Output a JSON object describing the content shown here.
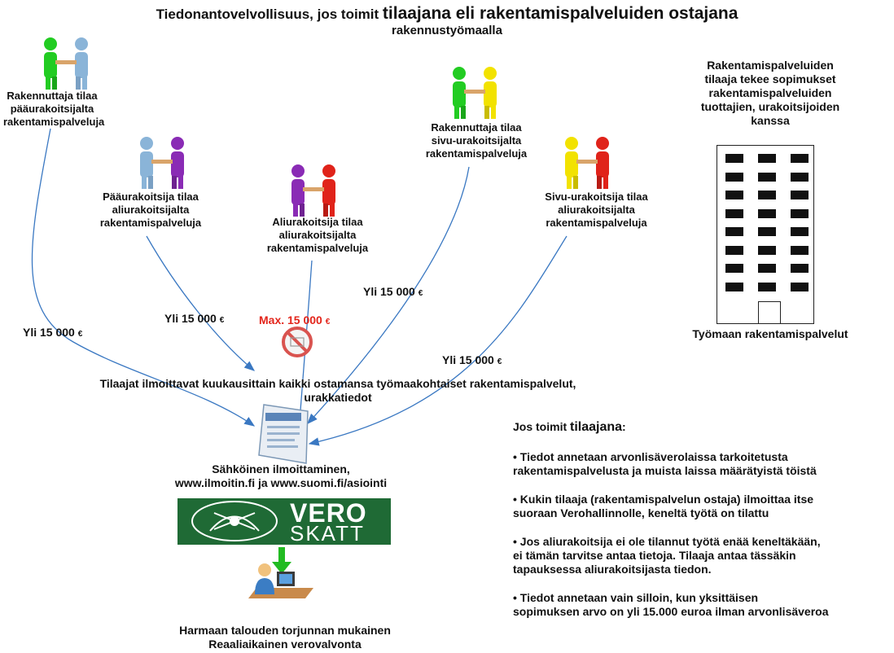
{
  "title": {
    "part1": "Tiedonantovelvollisuus, jos toimit ",
    "part2": "tilaajana eli rakentamispalveluiden ostajana",
    "line2": "rakennustyömaalla"
  },
  "parties": {
    "p1": [
      "Rakennuttaja tilaa",
      "pääurakoitsijalta",
      "rakentamispalveluja"
    ],
    "p2": [
      "Pääurakoitsija tilaa",
      "aliurakoitsijalta",
      "rakentamispalveluja"
    ],
    "p3": [
      "Aliurakoitsija tilaa",
      "aliurakoitsijalta",
      "rakentamispalveluja"
    ],
    "p4": [
      "Rakennuttaja tilaa",
      "sivu-urakoitsijalta",
      "rakentamispalveluja"
    ],
    "p5": [
      "Sivu-urakoitsija tilaa",
      "aliurakoitsijalta",
      "rakentamispalveluja"
    ]
  },
  "amounts": {
    "a1": "Yli 15 000",
    "a2": "Yli 15 000",
    "a3": "Max. 15 000",
    "a4": "Yli 15 000",
    "a5": "Yli 15 000",
    "currency": "€"
  },
  "building": {
    "caption": [
      "Rakentamispalveluiden",
      "tilaaja tekee sopimukset",
      "rakentamispalveluiden",
      "tuottajien, urakoitsijoiden",
      "kanssa"
    ],
    "label": "Työmaan rakentamispalvelut"
  },
  "center": {
    "line1": "Tilaajat ilmoittavat kuukausittain kaikki ostamansa työmaakohtaiset rakentamispalvelut,",
    "line2": "urakkatiedot"
  },
  "electronic": {
    "line1": "Sähköinen ilmoittaminen,",
    "line2": "www.ilmoitin.fi ja www.suomi.fi/asiointi"
  },
  "logo": {
    "word1": "VERO",
    "word2": "SKATT"
  },
  "bottom": {
    "line1": "Harmaan talouden torjunnan mukainen",
    "line2": "Reaaliaikainen verovalvonta"
  },
  "notes": {
    "heading_pre": "Jos toimit ",
    "heading_em": "tilaajana",
    "heading_post": ":",
    "items": [
      [
        "• Tiedot annetaan arvonlisäverolaissa tarkoitetusta",
        "rakentamispalvelusta ja muista laissa määrätyistä töistä"
      ],
      [
        "• Kukin tilaaja (rakentamispalvelun ostaja) ilmoittaa itse",
        "suoraan Verohallinnolle, keneltä työtä on tilattu"
      ],
      [
        "• Jos aliurakoitsija ei ole tilannut työtä enää keneltäkään,",
        "ei tämän tarvitse antaa tietoja. Tilaaja antaa tässäkin",
        "tapauksessa aliurakoitsijasta tiedon."
      ],
      [
        "• Tiedot annetaan vain silloin, kun yksittäisen",
        "sopimuksen arvo on yli 15.000 euroa ilman arvonlisäveroa"
      ]
    ]
  },
  "colors": {
    "arrow": "#3a78c2",
    "green": "#22cc22",
    "blue": "#8ab4d8",
    "purple": "#8a2bb5",
    "red": "#e0231a",
    "yellow": "#f2e200",
    "vero_green": "#1f6a35"
  }
}
